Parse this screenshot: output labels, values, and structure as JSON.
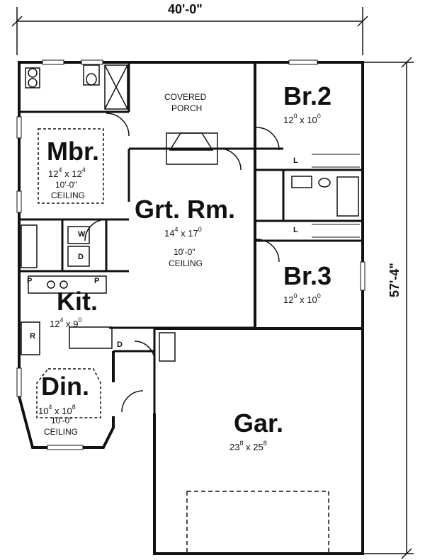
{
  "overall": {
    "width": "40'-0\"",
    "depth": "57'-4\""
  },
  "rooms": {
    "mbr": {
      "name": "Mbr.",
      "w_main": "12",
      "w_frac": "4",
      "d_main": "12",
      "d_frac": "4",
      "ceiling_height": "10'-0\"",
      "ceiling_word": "CEILING"
    },
    "porch": {
      "line1": "COVERED",
      "line2": "PORCH"
    },
    "br2": {
      "name": "Br.2",
      "w_main": "12",
      "w_frac": "0",
      "d_main": "10",
      "d_frac": "0"
    },
    "grt": {
      "name": "Grt. Rm.",
      "w_main": "14",
      "w_frac": "4",
      "d_main": "17",
      "d_frac": "0",
      "ceiling_height": "10'-0\"",
      "ceiling_word": "CEILING"
    },
    "br3": {
      "name": "Br.3",
      "w_main": "12",
      "w_frac": "0",
      "d_main": "10",
      "d_frac": "0"
    },
    "kit": {
      "name": "Kit.",
      "w_main": "12",
      "w_frac": "4",
      "d_main": "9",
      "d_frac": "0"
    },
    "din": {
      "name": "Din.",
      "w_main": "10",
      "w_frac": "4",
      "d_main": "10",
      "d_frac": "8",
      "ceiling_height": "10'-0\"",
      "ceiling_word": "CEILING"
    },
    "gar": {
      "name": "Gar.",
      "w_main": "23",
      "w_frac": "8",
      "d_main": "25",
      "d_frac": "8"
    }
  },
  "fixture_labels": {
    "washer": "W",
    "dryer": "D",
    "pantry": "P",
    "refrigerator": "R",
    "dishwasher": "D",
    "linen": "L"
  },
  "colors": {
    "line": "#111111",
    "background": "#ffffff"
  }
}
